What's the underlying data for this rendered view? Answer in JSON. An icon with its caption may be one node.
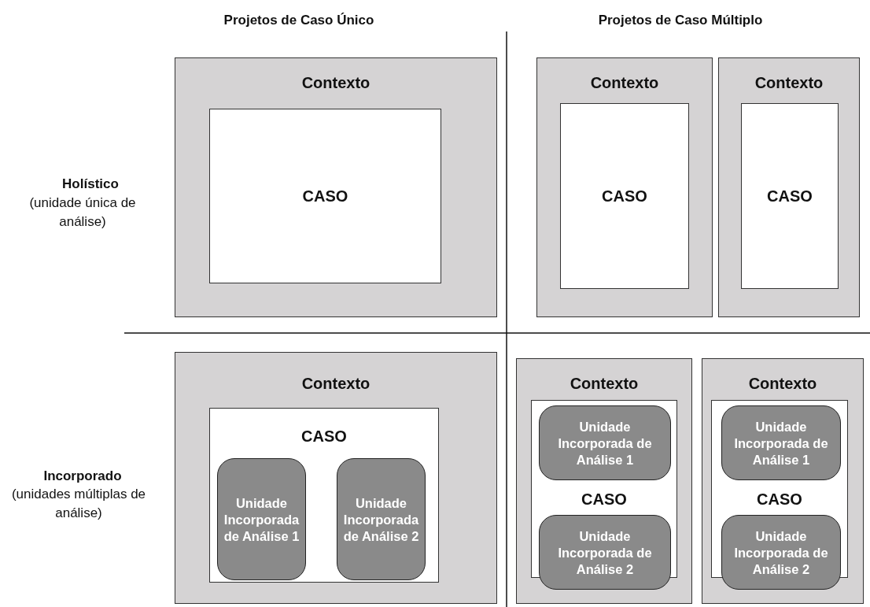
{
  "diagram": {
    "nodes": [
      {
        "text": [
          "Contexto"
        ]
      },
      {
        "text": [
          "CASO"
        ],
        "in": 0
      },
      {
        "text": [
          "Contexto"
        ]
      },
      {
        "text": [
          "CASO"
        ],
        "in": 2
      },
      {
        "text": [
          "Contexto"
        ]
      },
      {
        "text": [
          "CASO"
        ],
        "in": 4
      },
      {
        "text": [
          "Contexto"
        ]
      },
      {
        "text": [
          "CASO"
        ],
        "in": 6
      },
      {
        "text": [
          "Unidade Incorporada de Análise 1"
        ],
        "in": 7
      },
      {
        "text": [
          "Unidade Incorporada de Análise 2"
        ],
        "in": 7
      },
      {
        "text": [
          "Contexto"
        ]
      },
      {
        "text": [
          "CASO"
        ],
        "in": 10
      },
      {
        "text": [
          "Unidade Incorporada de Análise 1"
        ],
        "in": 11
      },
      {
        "text": [
          "Unidade Incorporada de Análise 2"
        ],
        "in": 11
      },
      {
        "text": [
          "Contexto"
        ]
      },
      {
        "text": [
          "CASO"
        ],
        "in": 14
      },
      {
        "text": [
          "Unidade Incorporada de Análise 1"
        ],
        "in": 15
      },
      {
        "text": [
          "Unidade Incorporada de Análise 2"
        ],
        "in": 15
      }
    ],
    "edges": [],
    "labels": [
      "Projetos de Caso Único",
      "Projetos de Caso Múltiplo",
      "Holístico",
      "(unidade única de análise)",
      "Incorporado",
      "(unidades múltiplas de análise)"
    ]
  }
}
